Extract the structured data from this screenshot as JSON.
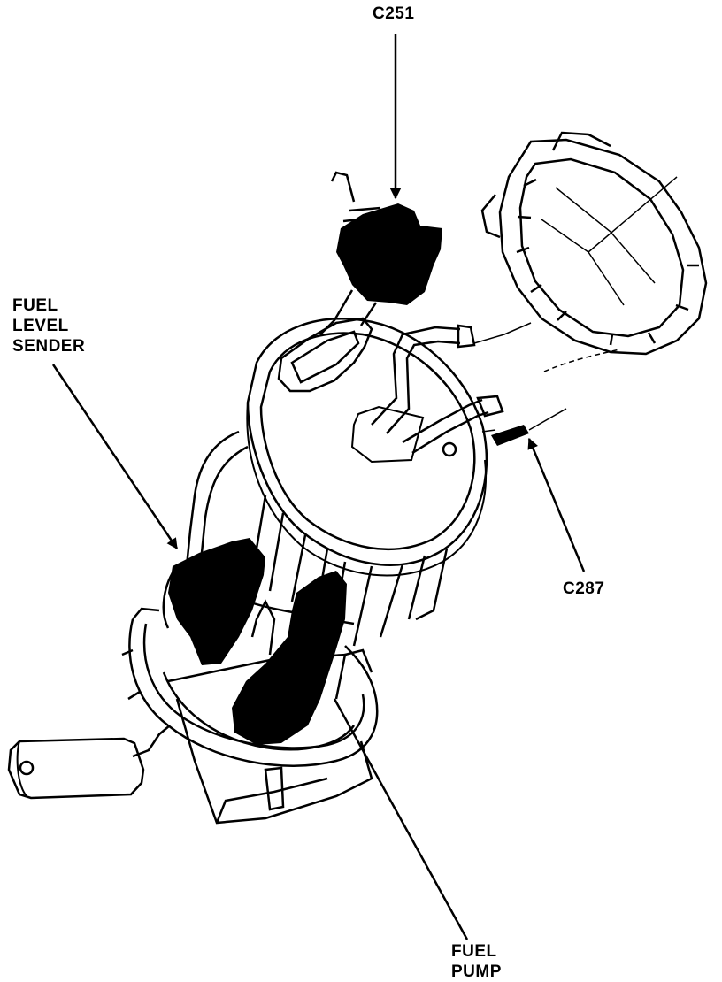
{
  "labels": {
    "c251": "C251",
    "c287": "C287",
    "fuel_level_sender": [
      "FUEL",
      "LEVEL",
      "SENDER"
    ],
    "fuel_pump": [
      "FUEL",
      "PUMP"
    ]
  },
  "colors": {
    "ink": "#000000",
    "paper": "#ffffff"
  }
}
